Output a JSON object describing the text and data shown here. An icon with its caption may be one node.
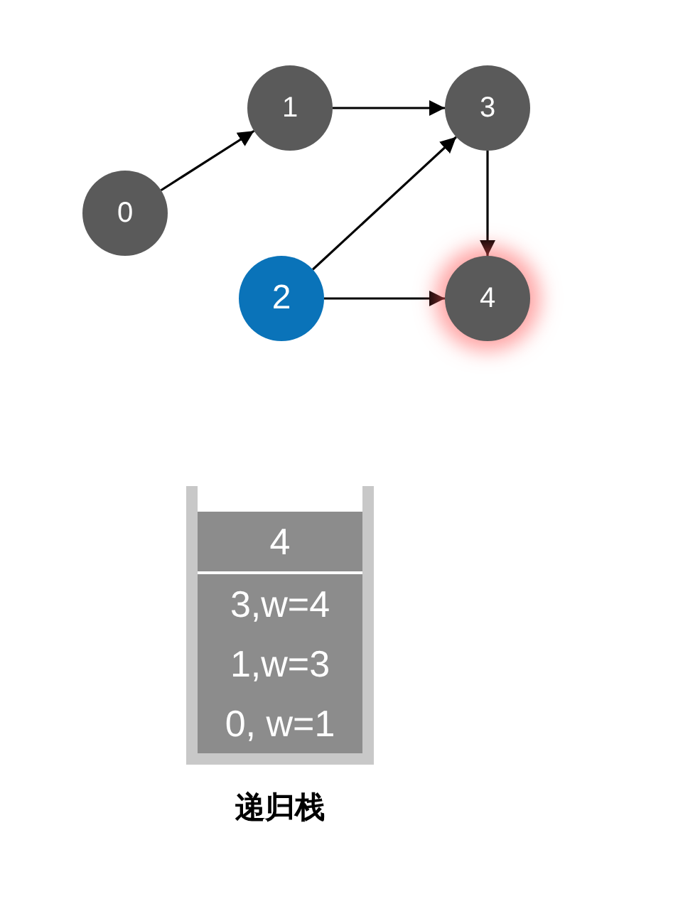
{
  "diagram": {
    "nodes": [
      {
        "text": [
          "0"
        ]
      },
      {
        "text": [
          "1"
        ]
      },
      {
        "text": [
          "2"
        ]
      },
      {
        "text": [
          "3"
        ]
      },
      {
        "text": [
          "4"
        ]
      },
      {
        "text": [
          "递归栈"
        ]
      },
      {
        "text": [
          "4"
        ],
        "in": 5
      },
      {
        "text": [
          "3,w=4"
        ],
        "in": 5
      },
      {
        "text": [
          "1,w=3"
        ],
        "in": 5
      },
      {
        "text": [
          "0, w=1"
        ],
        "in": 5
      }
    ],
    "edges": [
      {
        "from": 0,
        "to": 1,
        "arrow": "to"
      },
      {
        "from": 1,
        "to": 3,
        "arrow": "to"
      },
      {
        "from": 2,
        "to": 3,
        "arrow": "to"
      },
      {
        "from": 2,
        "to": 4,
        "arrow": "to"
      },
      {
        "from": 3,
        "to": 4,
        "arrow": "to"
      }
    ]
  }
}
